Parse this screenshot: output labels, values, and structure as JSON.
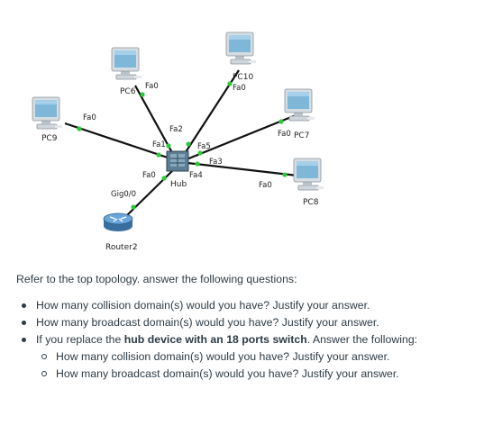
{
  "diagram": {
    "devices": {
      "pc6": "PC6",
      "pc10": "PC10",
      "pc9": "PC9",
      "pc7": "PC7",
      "pc8": "PC8",
      "hub": "Hub",
      "router": "Router2"
    },
    "ports": {
      "pc6_fa0": "Fa0",
      "pc10_fa0": "Fa0",
      "pc9_fa0": "Fa0",
      "pc7_fa0": "Fa0",
      "pc8_fa0": "Fa0",
      "hub_fa0": "Fa0",
      "hub_fa1": "Fa1",
      "hub_fa2": "Fa2",
      "hub_fa3": "Fa3",
      "hub_fa4": "Fa4",
      "hub_fa5": "Fa5",
      "router_gig": "Gig0/0"
    },
    "colors": {
      "link": "#111111",
      "link_up": "#2ec93a",
      "pc_screen": "#7fb7d9",
      "router": "#4a8cc9"
    }
  },
  "text": {
    "intro": "Refer to the top topology. answer the following questions:",
    "q1": "How many collision domain(s) would you have? Justify your answer.",
    "q2": "How many broadcast domain(s) would you have? Justify your answer.",
    "q3_prefix": "If you replace the ",
    "q3_bold": "hub device with an 18 ports switch",
    "q3_suffix": ". Answer the following:",
    "q3a": "How many collision domain(s) would you have? Justify your answer.",
    "q3b": "How many broadcast domain(s) would you have? Justify your answer."
  }
}
